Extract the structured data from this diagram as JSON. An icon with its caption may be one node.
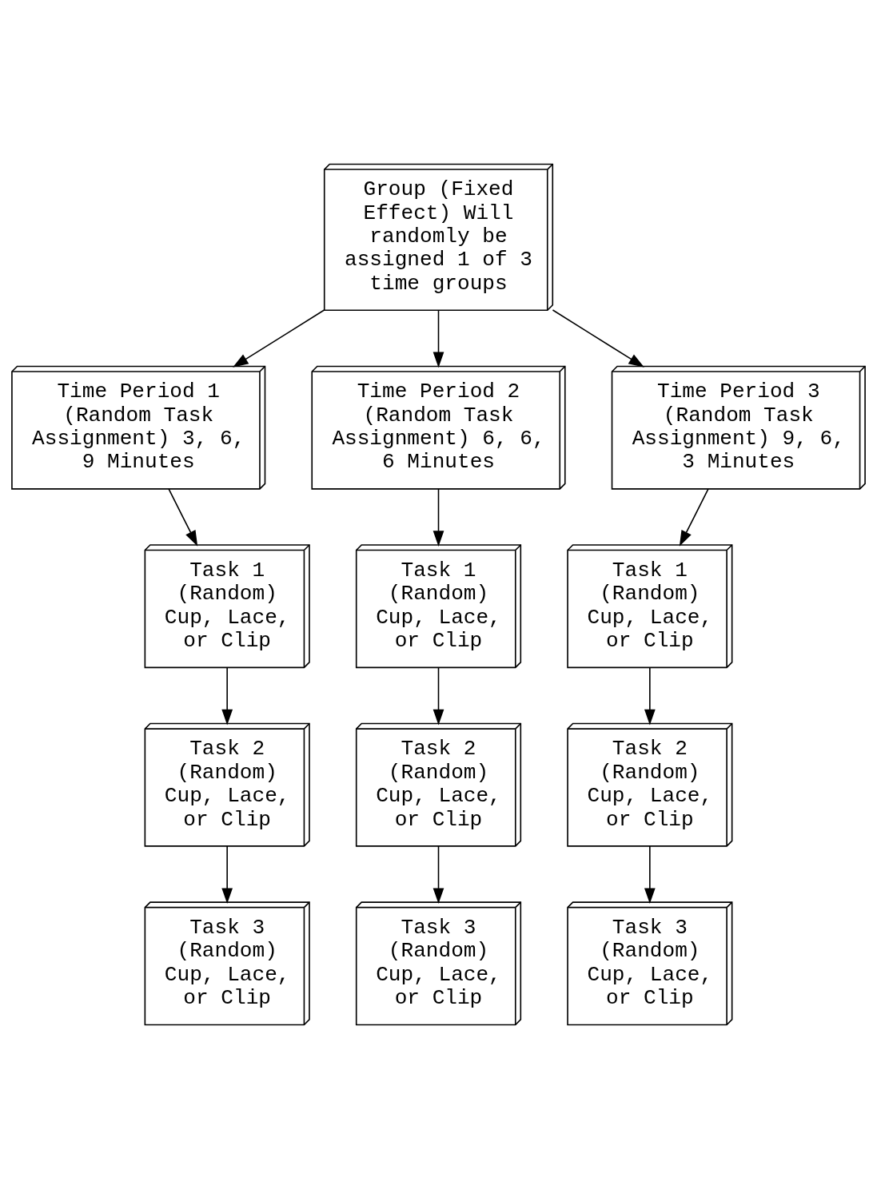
{
  "diagram": {
    "nodes": [
      {
        "text": [
          "Group (Fixed Effect) Will randomly be assigned 1 of 3 time groups"
        ]
      },
      {
        "text": [
          "Time Period 1 (Random Task Assignment) 3, 6, 9 Minutes"
        ]
      },
      {
        "text": [
          "Time Period 2 (Random Task Assignment) 6, 6, 6 Minutes"
        ]
      },
      {
        "text": [
          "Time Period 3 (Random Task Assignment) 9, 6, 3 Minutes"
        ]
      },
      {
        "text": [
          "Task 1 (Random) Cup, Lace, or Clip"
        ]
      },
      {
        "text": [
          "Task 1 (Random) Cup, Lace, or Clip"
        ]
      },
      {
        "text": [
          "Task 1 (Random) Cup, Lace, or Clip"
        ]
      },
      {
        "text": [
          "Task 2 (Random) Cup, Lace, or Clip"
        ]
      },
      {
        "text": [
          "Task 2 (Random) Cup, Lace, or Clip"
        ]
      },
      {
        "text": [
          "Task 2 (Random) Cup, Lace, or Clip"
        ]
      },
      {
        "text": [
          "Task 3 (Random) Cup, Lace, or Clip"
        ]
      },
      {
        "text": [
          "Task 3 (Random) Cup, Lace, or Clip"
        ]
      },
      {
        "text": [
          "Task 3 (Random) Cup, Lace, or Clip"
        ]
      }
    ],
    "edges": [
      {
        "from": 0,
        "to": 1,
        "arrow": "to"
      },
      {
        "from": 0,
        "to": 2,
        "arrow": "to"
      },
      {
        "from": 0,
        "to": 3,
        "arrow": "to"
      },
      {
        "from": 1,
        "to": 4,
        "arrow": "to"
      },
      {
        "from": 2,
        "to": 5,
        "arrow": "to"
      },
      {
        "from": 3,
        "to": 6,
        "arrow": "to"
      },
      {
        "from": 4,
        "to": 7,
        "arrow": "to"
      },
      {
        "from": 5,
        "to": 8,
        "arrow": "to"
      },
      {
        "from": 6,
        "to": 9,
        "arrow": "to"
      },
      {
        "from": 7,
        "to": 10,
        "arrow": "to"
      },
      {
        "from": 8,
        "to": 11,
        "arrow": "to"
      },
      {
        "from": 9,
        "to": 12,
        "arrow": "to"
      }
    ]
  }
}
